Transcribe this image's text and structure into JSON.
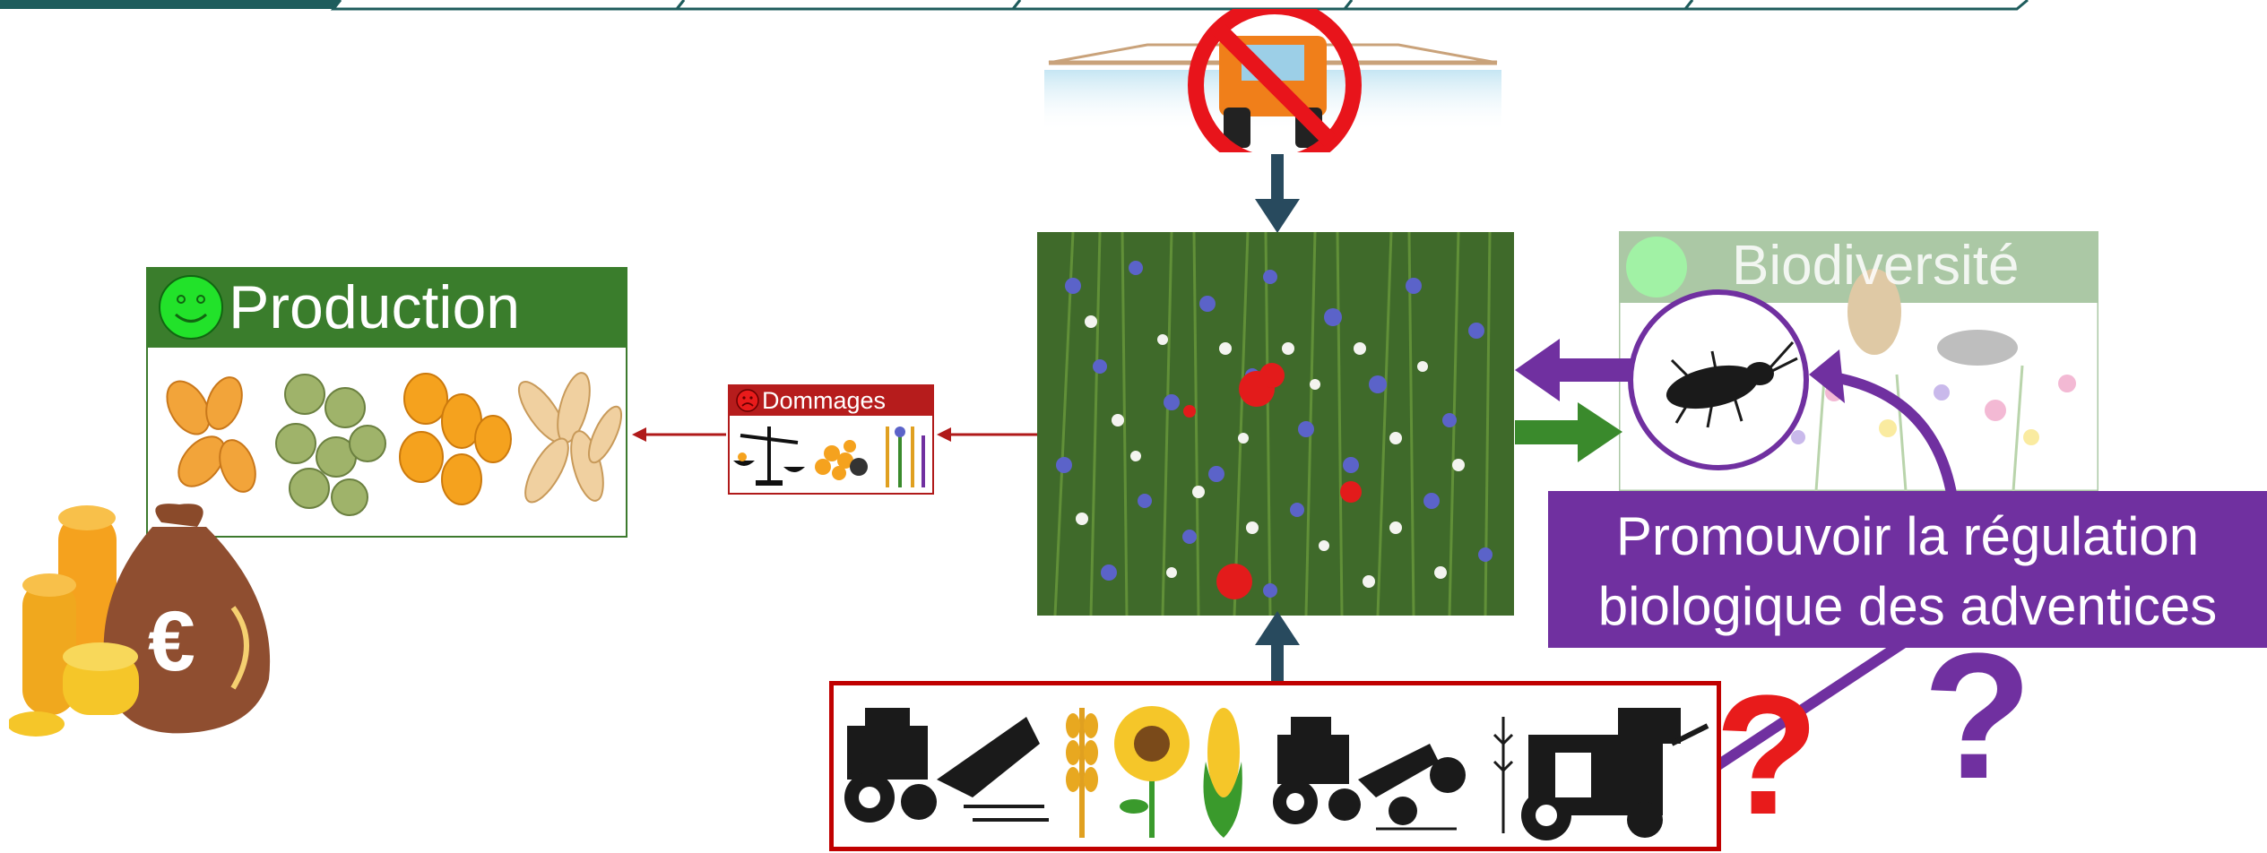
{
  "production": {
    "title": "Production"
  },
  "damage": {
    "title": "Dommages"
  },
  "biodiversity": {
    "title": "Biodiversité"
  },
  "regulation": {
    "line1": "Promouvoir la régulation",
    "line2": "biologique des adventices"
  },
  "question_marks": {
    "red": "?",
    "purple": "?"
  },
  "colors": {
    "production_green": "#3a7d2c",
    "damage_red": "#b61c1c",
    "arrow_navy": "#284a5e",
    "arrow_green": "#3a8a2c",
    "purple": "#7030a0",
    "question_red": "#e81b1b",
    "tab_teal": "#1e5c5c"
  },
  "icons": {
    "smiley": "smiley-face-icon",
    "sad": "sad-face-icon",
    "no_spraying": "no-spraying-prohibition-icon",
    "beetle": "ground-beetle-icon",
    "money": "money-bag-euro-icon"
  }
}
